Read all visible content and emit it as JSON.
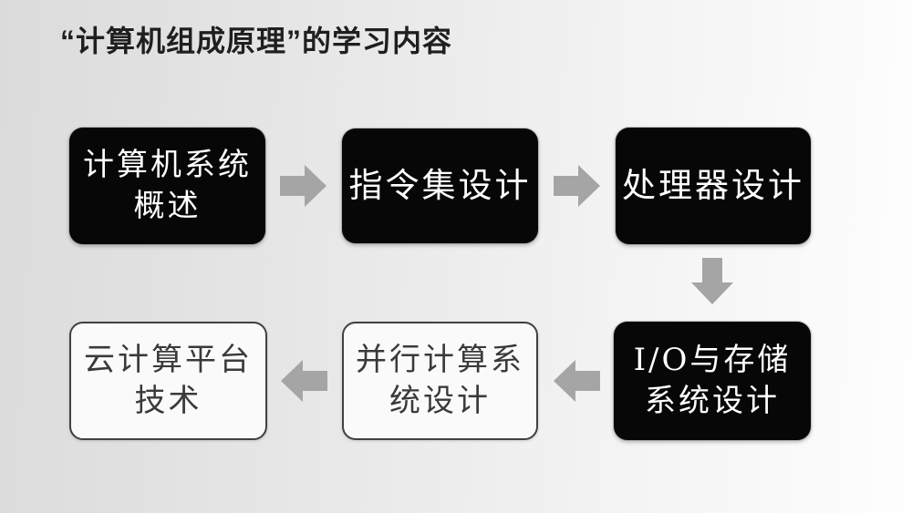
{
  "slide": {
    "title": "“计算机组成原理”的学习内容"
  },
  "flow": {
    "boxes": [
      {
        "label": "计算机系统\n概述",
        "variant": "black"
      },
      {
        "label": "指令集设计",
        "variant": "black"
      },
      {
        "label": "处理器设计",
        "variant": "black"
      },
      {
        "label": "I/O与存储\n系统设计",
        "variant": "black"
      },
      {
        "label": "并行计算系\n统设计",
        "variant": "white"
      },
      {
        "label": "云计算平台\n技术",
        "variant": "white"
      }
    ],
    "arrows": [
      {
        "from": "计算机系统概述",
        "to": "指令集设计",
        "direction": "right"
      },
      {
        "from": "指令集设计",
        "to": "处理器设计",
        "direction": "right"
      },
      {
        "from": "处理器设计",
        "to": "I/O与存储系统设计",
        "direction": "down"
      },
      {
        "from": "I/O与存储系统设计",
        "to": "并行计算系统设计",
        "direction": "left"
      },
      {
        "from": "并行计算系统设计",
        "to": "云计算平台技术",
        "direction": "left"
      }
    ]
  },
  "colors": {
    "background_left": "#dcdbdb",
    "background_right": "#fffeff",
    "box_dark_bg": "#070707",
    "box_dark_text": "#ffffff",
    "box_light_bg": "#fbfafa",
    "box_light_border": "#404040",
    "box_light_text": "#3a3a3a",
    "arrow_fill": "#a6a5a6",
    "title_text": "#1f1f1f"
  }
}
